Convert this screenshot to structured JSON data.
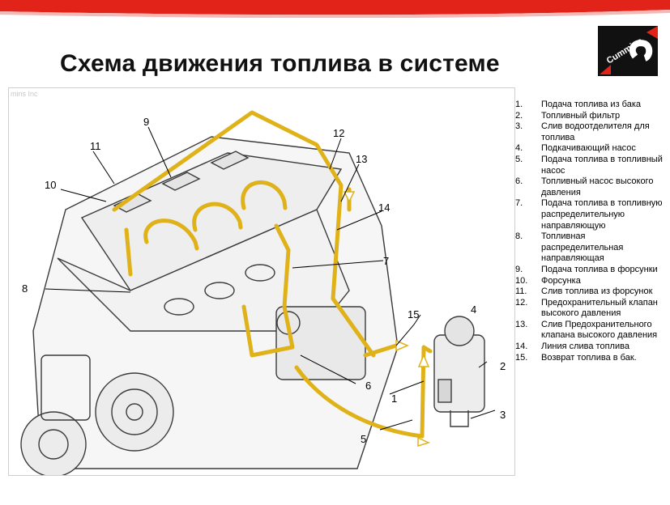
{
  "title": "Схема движения топлива в системе",
  "logo_text": "Cummins",
  "watermark": "mins Inc",
  "legend": [
    {
      "num": "1.",
      "text": "Подача топлива из бака"
    },
    {
      "num": "2.",
      "text": "Топливный фильтр"
    },
    {
      "num": "3.",
      "text": "Слив водоотделителя для топлива"
    },
    {
      "num": "4.",
      "text": "Подкачивающий насос"
    },
    {
      "num": "5.",
      "text": "Подача топлива в топливный насос"
    },
    {
      "num": "6.",
      "text": "Топливный насос высокого давления"
    },
    {
      "num": "7.",
      "text": "Подача топлива в топливную распределительную направляющую"
    },
    {
      "num": "8.",
      "text": "Топливная распределительная направляющая"
    },
    {
      "num": "9.",
      "text": "Подача топлива в форсунки"
    },
    {
      "num": "10.",
      "text": "Форсунка"
    },
    {
      "num": "11.",
      "text": "Слив топлива из форсунок"
    },
    {
      "num": "12.",
      "text": "Предохранительный клапан высокого давления"
    },
    {
      "num": "13.",
      "text": "Слив Предохранительного клапана высокого давления"
    },
    {
      "num": "14.",
      "text": "Линия слива топлива"
    },
    {
      "num": "15.",
      "text": "Возврат топлива в бак."
    }
  ],
  "callouts": [
    "1",
    "2",
    "3",
    "4",
    "5",
    "6",
    "7",
    "8",
    "9",
    "10",
    "11",
    "12",
    "13",
    "14",
    "15"
  ],
  "colors": {
    "accent_red": "#e2231a",
    "fuel_line": "#e0b21a",
    "engine_line": "#333333"
  },
  "icons": [
    "cummins-logo-icon"
  ]
}
